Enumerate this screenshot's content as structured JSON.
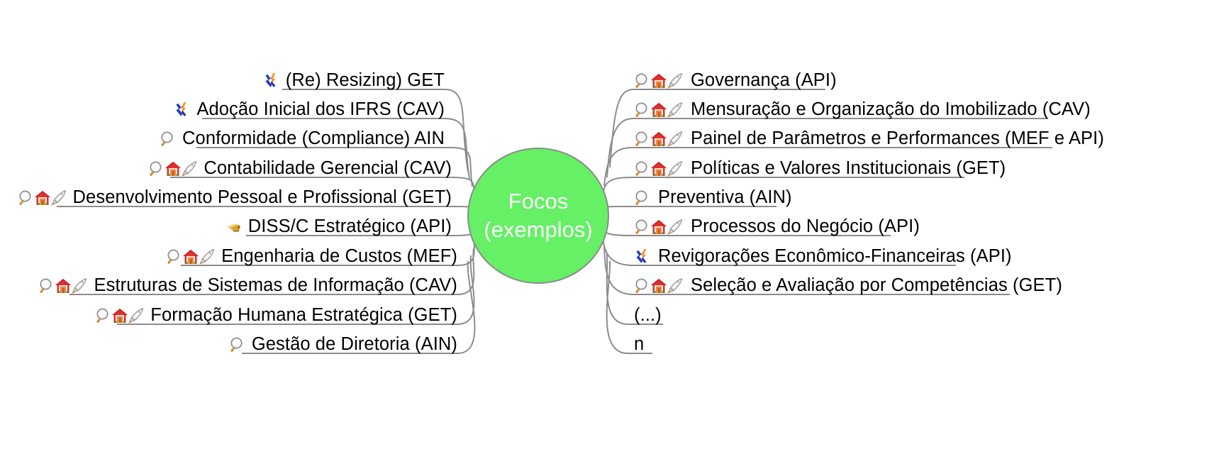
{
  "center": {
    "line1": "Focos",
    "line2": "(exemplos)",
    "fill": "#65f065",
    "stroke": "#8c8c8c",
    "text_color": "#ffffff"
  },
  "style": {
    "background": "#ffffff",
    "edge_color": "#8c8c8c",
    "text_color": "#000000"
  },
  "left_branches": [
    {
      "label": "(Re) Resizing) GET",
      "icons": [
        "lightning-runner-icon"
      ]
    },
    {
      "label": "Adoção Inicial dos IFRS (CAV)",
      "icons": [
        "lightning-runner-icon"
      ]
    },
    {
      "label": "Conformidade (Compliance) AIN",
      "icons": [
        "magnifier-icon"
      ]
    },
    {
      "label": "Contabilidade Gerencial (CAV)",
      "icons": [
        "magnifier-icon",
        "house-icon",
        "rocket-icon"
      ]
    },
    {
      "label": "Desenvolvimento Pessoal e Profissional (GET)",
      "icons": [
        "magnifier-icon",
        "house-icon",
        "rocket-icon"
      ]
    },
    {
      "label": "DISS/C Estratégico (API)",
      "icons": [
        "key-icon"
      ]
    },
    {
      "label": "Engenharia de Custos (MEF)",
      "icons": [
        "magnifier-icon",
        "house-icon",
        "rocket-icon"
      ]
    },
    {
      "label": "Estruturas de Sistemas de Informação (CAV)",
      "icons": [
        "magnifier-icon",
        "house-icon",
        "rocket-icon"
      ]
    },
    {
      "label": "Formação Humana Estratégica (GET)",
      "icons": [
        "magnifier-icon",
        "house-icon",
        "rocket-icon"
      ]
    },
    {
      "label": "Gestão de Diretoria (AIN)",
      "icons": [
        "magnifier-icon"
      ]
    }
  ],
  "right_branches": [
    {
      "label": "Governança (API)",
      "icons": [
        "magnifier-icon",
        "house-icon",
        "rocket-icon"
      ]
    },
    {
      "label": "Mensuração e Organização do Imobilizado (CAV)",
      "icons": [
        "magnifier-icon",
        "house-icon",
        "rocket-icon"
      ]
    },
    {
      "label": "Painel de Parâmetros e Performances (MEF e API)",
      "icons": [
        "magnifier-icon",
        "house-icon",
        "rocket-icon"
      ]
    },
    {
      "label": "Políticas e Valores Institucionais (GET)",
      "icons": [
        "magnifier-icon",
        "house-icon",
        "rocket-icon"
      ]
    },
    {
      "label": "Preventiva (AIN)",
      "icons": [
        "magnifier-icon"
      ]
    },
    {
      "label": "Processos do Negócio (API)",
      "icons": [
        "magnifier-icon",
        "house-icon",
        "rocket-icon"
      ]
    },
    {
      "label": "Revigorações Econômico-Financeiras (API)",
      "icons": [
        "lightning-runner-icon"
      ]
    },
    {
      "label": "Seleção e Avaliação por Competências (GET)",
      "icons": [
        "magnifier-icon",
        "house-icon",
        "rocket-icon"
      ]
    },
    {
      "label": "(...)",
      "icons": []
    },
    {
      "label": "n",
      "icons": []
    }
  ]
}
